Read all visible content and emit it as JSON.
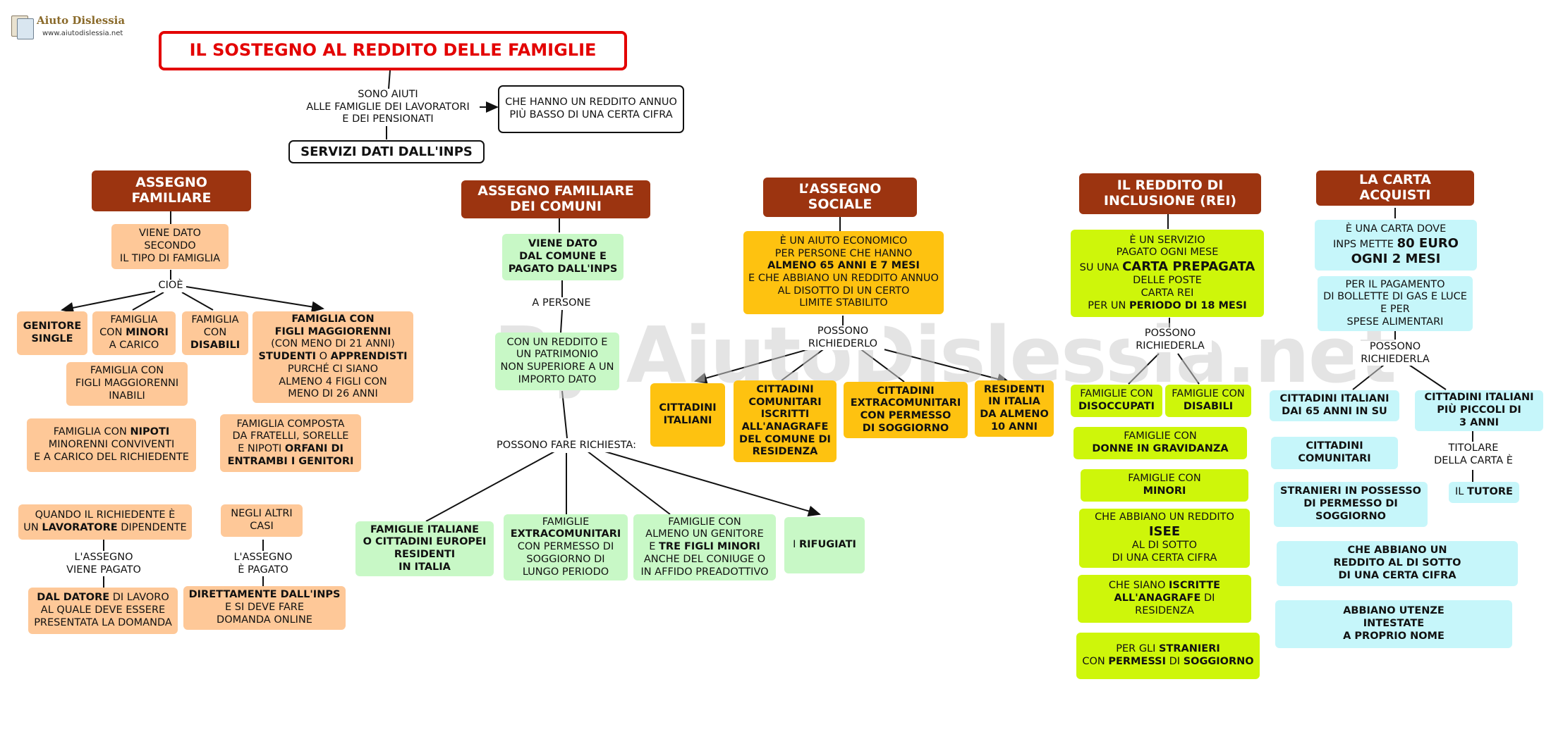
{
  "logo": {
    "name": "Aiuto Dislessia",
    "url": "www.aiutodislessia.net"
  },
  "title": "IL SOSTEGNO AL REDDITO DELLE FAMIGLIE",
  "intro": {
    "l1": "SONO AIUTI",
    "l2": "ALLE FAMIGLIE DEI LAVORATORI",
    "l3": "E DEI PENSIONATI",
    "side1": "CHE HANNO UN REDDITO ANNUO",
    "side2": "PIÙ BASSO DI UNA CERTA CIFRA",
    "services": "SERVIZI DATI DALL'INPS"
  },
  "watermark": "By AiutoDislessia.net",
  "col1": {
    "head1": "ASSEGNO",
    "head2": "FAMILIARE",
    "given1": "VIENE DATO",
    "given2": "SECONDO",
    "given3": "IL TIPO DI FAMIGLIA",
    "cioe": "CIOÈ",
    "single1": "GENITORE",
    "single2": "SINGLE",
    "minori1": "FAMIGLIA",
    "minori2a": "CON ",
    "minori2b": "MINORI",
    "minori3": "A CARICO",
    "disab1": "FAMIGLIA",
    "disab2": "CON",
    "disab3": "DISABILI",
    "magg1": "FAMIGLIA CON",
    "magg2": "FIGLI MAGGIORENNI",
    "magg3": "(CON MENO DI 21 ANNI)",
    "magg4a": "STUDENTI",
    "magg4b": " O ",
    "magg4c": "APPRENDISTI",
    "magg5": "PURCHÉ  CI SIANO",
    "magg6": "ALMENO 4 FIGLI CON",
    "magg7": "MENO DI 26 ANNI",
    "inab1": "FAMIGLIA CON",
    "inab2": "FIGLI MAGGIORENNI",
    "inab3": "INABILI",
    "nip1a": "FAMIGLIA CON ",
    "nip1b": "NIPOTI",
    "nip2": "MINORENNI CONVIVENTI",
    "nip3": "E A CARICO DEL RICHIEDENTE",
    "orf1": "FAMIGLIA COMPOSTA",
    "orf2": "DA FRATELLI, SORELLE",
    "orf3a": "E NIPOTI ",
    "orf3b": "ORFANI DI",
    "orf4": "ENTRAMBI I GENITORI",
    "lav1": "QUANDO IL RICHIEDENTE È",
    "lav2a": "UN ",
    "lav2b": "LAVORATORE",
    "lav2c": " DIPENDENTE",
    "altri1": "NEGLI ALTRI",
    "altri2": "CASI",
    "pag1a": "L'ASSEGNO",
    "pag1b": "VIENE PAGATO",
    "pag2a": "L'ASSEGNO",
    "pag2b": "È PAGATO",
    "dat1a": "DAL DATORE",
    "dat1b": " DI LAVORO",
    "dat2": "AL QUALE DEVE ESSERE",
    "dat3": "PRESENTATA LA DOMANDA",
    "inps1": "DIRETTAMENTE DALL'INPS",
    "inps2": "E SI DEVE FARE",
    "inps3": "DOMANDA  ONLINE"
  },
  "col2": {
    "head1": "ASSEGNO FAMILIARE",
    "head2": "DEI COMUNI",
    "vd1": "VIENE DATO",
    "vd2": "DAL COMUNE E",
    "vd3": "PAGATO DALL'INPS",
    "apers": "A PERSONE",
    "red1": "CON UN REDDITO E",
    "red2": "UN  PATRIMONIO",
    "red3": "NON SUPERIORE A UN",
    "red4": "IMPORTO DATO",
    "rich": "POSSONO FARE RICHIESTA:",
    "it1": "FAMIGLIE ITALIANE",
    "it2": "O CITTADINI EUROPEI",
    "it3": "RESIDENTI",
    "it4": "IN ITALIA",
    "ex1": "FAMIGLIE",
    "ex2": "EXTRACOMUNITARI",
    "ex3": "CON  PERMESSO DI",
    "ex4": "SOGGIORNO DI",
    "ex5": "LUNGO PERIODO",
    "tf1": "FAMIGLIE  CON",
    "tf2": "ALMENO UN GENITORE",
    "tf3a": "E ",
    "tf3b": "TRE FIGLI MINORI",
    "tf4": "ANCHE DEL CONIUGE O",
    "tf5": "IN AFFIDO PREADOTTIVO",
    "rif1": "I ",
    "rif2": "RIFUGIATI"
  },
  "col3": {
    "head1": "L’ASSEGNO",
    "head2": "SOCIALE",
    "d1": "È UN AIUTO ECONOMICO",
    "d2": "PER PERSONE CHE HANNO",
    "d3": "ALMENO 65 ANNI E 7 MESI",
    "d4": "E CHE ABBIANO UN REDDITO ANNUO",
    "d5": "AL DISOTTO DI UN CERTO",
    "d6": "LIMITE STABILITO",
    "pos1": "POSSONO",
    "pos2": "RICHIEDERLO",
    "ci1": "CITTADINI",
    "ci2": "ITALIANI",
    "cc1": "CITTADINI",
    "cc2": "COMUNITARI",
    "cc3": "ISCRITTI",
    "cc4": "ALL'ANAGRAFE",
    "cc5": "DEL COMUNE DI",
    "cc6": "RESIDENZA",
    "ce1": "CITTADINI",
    "ce2": "EXTRACOMUNITARI",
    "ce3": "CON PERMESSO",
    "ce4": "DI SOGGIORNO",
    "re1": "RESIDENTI",
    "re2": "IN ITALIA",
    "re3": "DA ALMENO",
    "re4": "10 ANNI"
  },
  "col4": {
    "head1": "IL REDDITO DI",
    "head2": "INCLUSIONE (REI)",
    "d1": "È UN SERVIZIO",
    "d2": "PAGATO OGNI MESE",
    "d3a": "SU UNA ",
    "d3b": "CARTA PREPAGATA",
    "d4": "DELLE POSTE",
    "d5": "CARTA REI",
    "d6a": "PER UN ",
    "d6b": "PERIODO DI 18 MESI",
    "pos1": "POSSONO",
    "pos2": "RICHIEDERLA",
    "dis1": "FAMIGLIE CON",
    "dis2": "DISOCCUPATI",
    "dsb1": "FAMIGLIE CON",
    "dsb2": "DISABILI",
    "gr1": "FAMIGLIE CON",
    "gr2": "DONNE  IN  GRAVIDANZA",
    "mi1": "FAMIGLIE CON",
    "mi2": "MINORI",
    "is1": "CHE ABBIANO UN REDDITO",
    "is2": "ISEE",
    "is3": "AL DI SOTTO",
    "is4": "DI UNA CERTA CIFRA",
    "an1a": "CHE SIANO ",
    "an1b": "ISCRITTE",
    "an2a": "ALL'ANAGRAFE",
    "an2b": " DI",
    "an3": "RESIDENZA",
    "st1a": "PER GLI ",
    "st1b": "STRANIERI",
    "st2a": "CON ",
    "st2b": "PERMESSI",
    "st2c": " DI ",
    "st2d": "SOGGIORNO"
  },
  "col5": {
    "head1": "LA CARTA",
    "head2": "ACQUISTI",
    "d1": "È UNA CARTA DOVE",
    "d2a": "INPS METTE ",
    "d2b": "80 EURO",
    "d3": "OGNI 2 MESI",
    "p1": "PER IL PAGAMENTO",
    "p2": "DI BOLLETTE DI GAS E LUCE",
    "p3": "E PER",
    "p4": "SPESE ALIMENTARI",
    "pos1": "POSSONO",
    "pos2": "RICHIEDERLA",
    "it1": "CITTADINI ITALIANI",
    "it2": "DAI 65 ANNI IN SU",
    "pi1": "CITTADINI ITALIANI",
    "pi2": "PIÙ PICCOLI DI",
    "pi3": "3 ANNI",
    "tit1": "TITOLARE",
    "tit2": "DELLA CARTA È",
    "tut1": "IL ",
    "tut2": "TUTORE",
    "co1": "CITTADINI",
    "co2": "COMUNITARI",
    "st1": "STRANIERI IN POSSESSO",
    "st2": "DI PERMESSO DI",
    "st3": "SOGGIORNO",
    "rd1": "CHE ABBIANO UN",
    "rd2": "REDDITO AL DI SOTTO",
    "rd3": "DI UNA CERTA CIFRA",
    "ut1": "ABBIANO UTENZE",
    "ut2": "INTESTATE",
    "ut3": "A PROPRIO NOME"
  }
}
